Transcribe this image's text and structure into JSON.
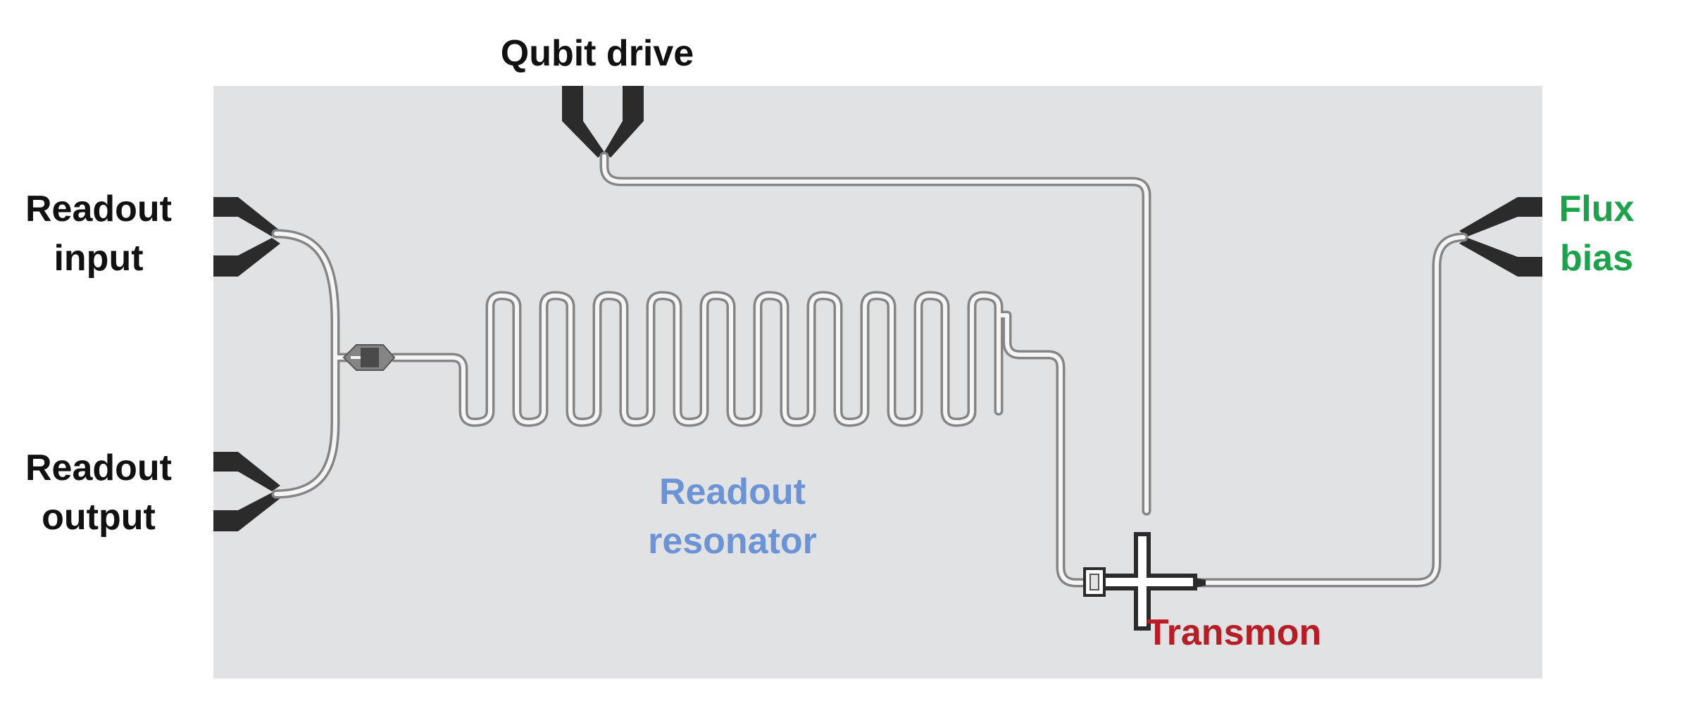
{
  "labels": {
    "qubit_drive": "Qubit drive",
    "readout_input_line1": "Readout",
    "readout_input_line2": "input",
    "readout_output_line1": "Readout",
    "readout_output_line2": "output",
    "flux_bias_line1": "Flux",
    "flux_bias_line2": "bias",
    "readout_resonator_line1": "Readout",
    "readout_resonator_line2": "resonator",
    "transmon": "Transmon"
  },
  "colors": {
    "chip_background": "#e1e2e4",
    "pad": "#2b2b2b",
    "line_outer": "#858585",
    "line_inner": "#f5f5f5",
    "text_default": "#111111",
    "text_readout_resonator": "#6b93d6",
    "text_transmon": "#b81c25",
    "text_flux_bias": "#1aa34a"
  }
}
